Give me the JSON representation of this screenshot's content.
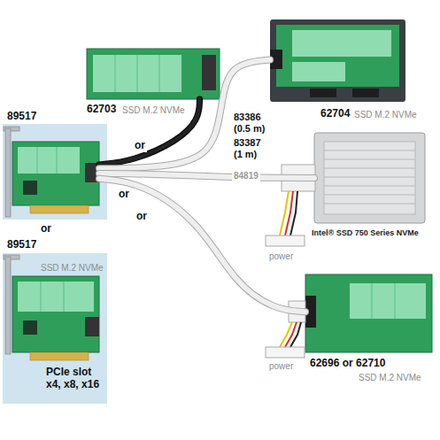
{
  "diagram": {
    "nodes": [
      {
        "text": [
          "62703",
          "SSD M.2 NVMe"
        ]
      },
      {
        "text": [
          "62704",
          "SSD M.2 NVMe"
        ]
      },
      {
        "text": [
          "89517"
        ]
      },
      {
        "text": [
          "Intel® SSD 750 Series NVMe"
        ]
      },
      {
        "text": [
          "89517",
          "SSD M.2 NVMe",
          "PCIe slot x4, x8, x16"
        ]
      },
      {
        "text": [
          "62696 or 62710",
          "SSD M.2 NVMe"
        ]
      }
    ],
    "edges": [
      {
        "from": 2,
        "to": 0,
        "arrow": "none"
      },
      {
        "from": 2,
        "to": 1,
        "arrow": "none"
      },
      {
        "from": 2,
        "to": 3,
        "label": "84819",
        "arrow": "none"
      },
      {
        "from": 2,
        "to": 5,
        "arrow": "none"
      }
    ],
    "labels": [
      "or",
      "or",
      "or",
      "or",
      "83386 (0.5 m)",
      "83387 (1 m)",
      "power",
      "power"
    ]
  }
}
